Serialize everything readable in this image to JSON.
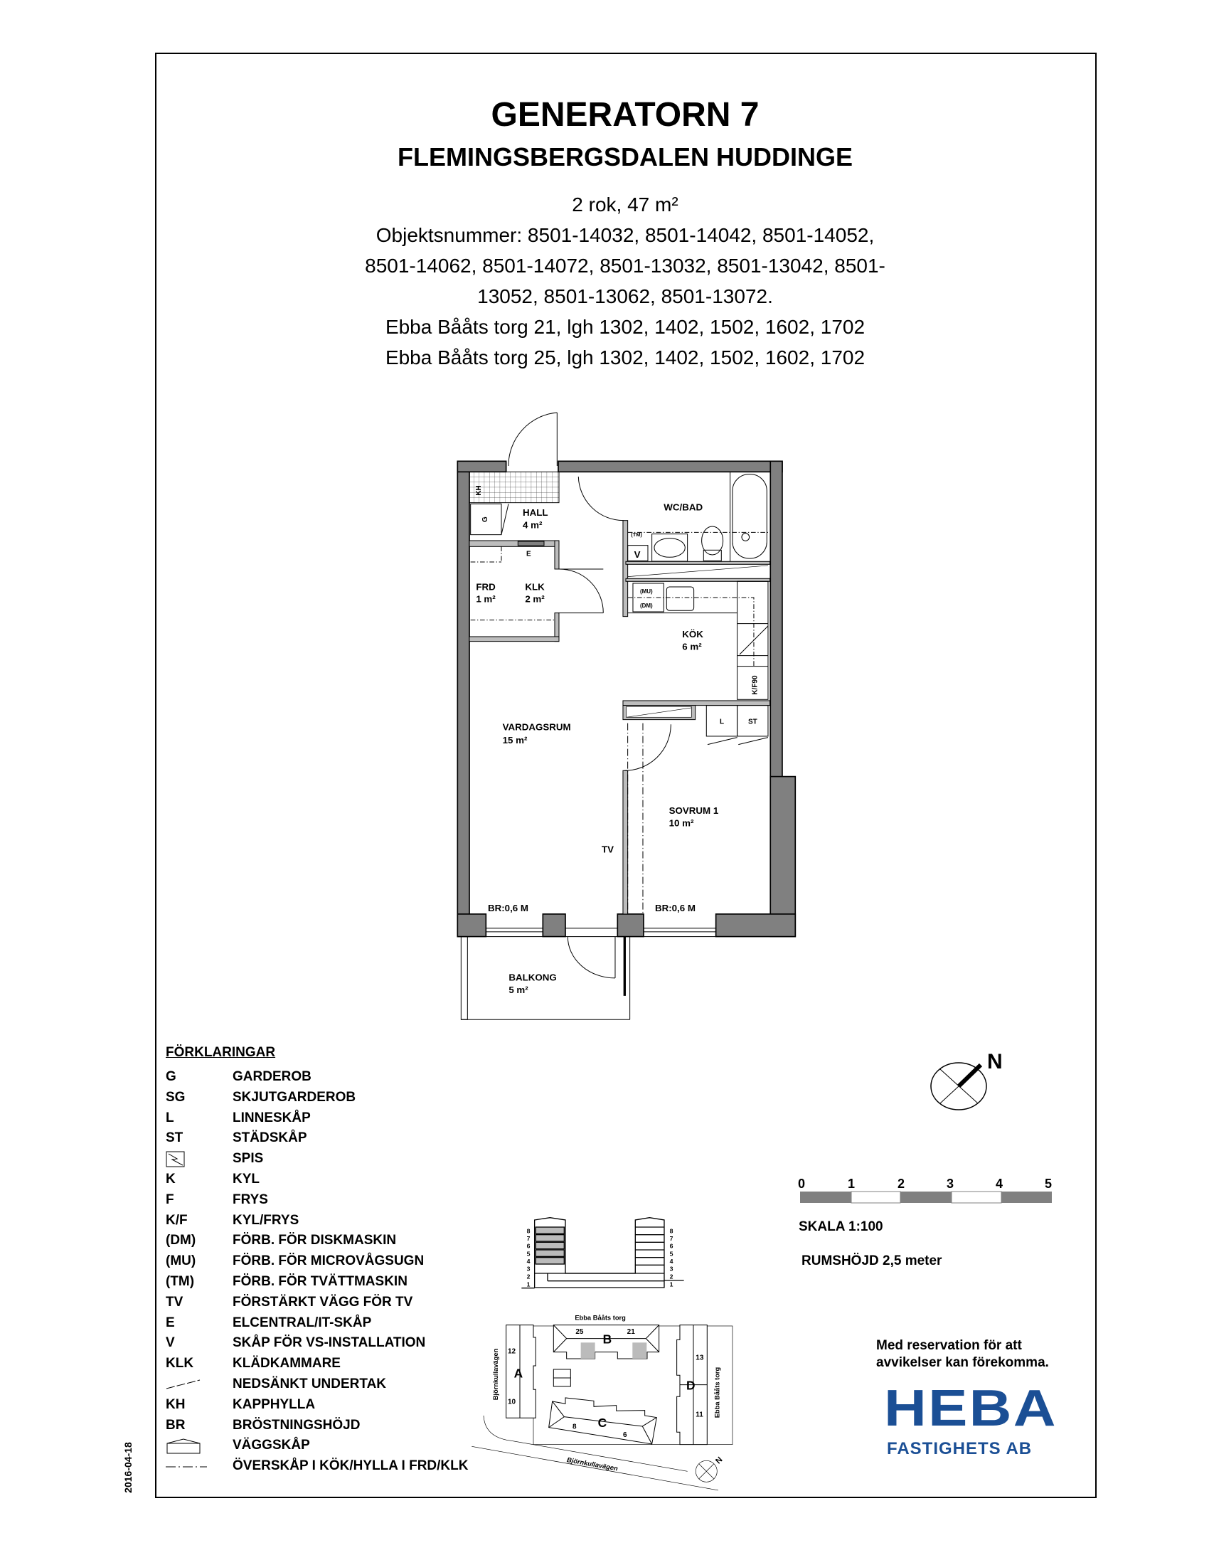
{
  "header": {
    "title": "GENERATORN 7",
    "subtitle": "FLEMINGSBERGSDALEN HUDDINGE",
    "size": "2 rok, 47 m²",
    "objekt_lines": [
      "Objektsnummer: 8501-14032, 8501-14042, 8501-14052,",
      "8501-14062, 8501-14072, 8501-13032, 8501-13042, 8501-",
      "13052, 8501-13062, 8501-13072."
    ],
    "address_lines": [
      "Ebba Bååts torg 21, lgh 1302, 1402, 1502, 1602, 1702",
      "Ebba Bååts torg 25, lgh 1302, 1402, 1502, 1602, 1702"
    ]
  },
  "floorplan": {
    "hall": "HALL",
    "hall_area": "4 m²",
    "frd": "FRD",
    "frd_area": "1 m²",
    "klk": "KLK",
    "klk_area": "2 m²",
    "wc": "WC/BAD",
    "kok": "KÖK",
    "kok_area": "6 m²",
    "vardagsrum": "VARDAGSRUM",
    "vardagsrum_area": "15 m²",
    "sovrum": "SOVRUM 1",
    "sovrum_area": "10 m²",
    "balkong": "BALKONG",
    "balkong_area": "5 m²",
    "tv": "TV",
    "br_left": "BR:0,6 M",
    "br_right": "BR:0,6 M",
    "kh": "KH",
    "g": "G",
    "e": "E",
    "v": "V",
    "tm": "(TM)",
    "mu": "(MU)",
    "dm": "(DM)",
    "kf": "K/F90",
    "l": "L",
    "st": "ST"
  },
  "legend": {
    "heading": "FÖRKLARINGAR",
    "items": [
      {
        "code": "G",
        "desc": "GARDEROB"
      },
      {
        "code": "SG",
        "desc": "SKJUTGARDEROB"
      },
      {
        "code": "L",
        "desc": "LINNESKÅP"
      },
      {
        "code": "ST",
        "desc": "STÄDSKÅP"
      },
      {
        "code": "",
        "icon": "stove-icon",
        "desc": "SPIS"
      },
      {
        "code": "K",
        "desc": "KYL"
      },
      {
        "code": "F",
        "desc": "FRYS"
      },
      {
        "code": "K/F",
        "desc": "KYL/FRYS"
      },
      {
        "code": "(DM)",
        "desc": "FÖRB. FÖR DISKMASKIN"
      },
      {
        "code": "(MU)",
        "desc": "FÖRB. FÖR MICROVÅGSUGN"
      },
      {
        "code": "(TM)",
        "desc": "FÖRB. FÖR TVÄTTMASKIN"
      },
      {
        "code": "TV",
        "desc": "FÖRSTÄRKT VÄGG FÖR TV"
      },
      {
        "code": "E",
        "desc": "ELCENTRAL/IT-SKÅP"
      },
      {
        "code": "V",
        "desc": "SKÅP FÖR VS-INSTALLATION"
      },
      {
        "code": "KLK",
        "desc": "KLÄDKAMMARE"
      },
      {
        "code": "",
        "icon": "lowered-ceiling-icon",
        "desc": "NEDSÄNKT UNDERTAK"
      },
      {
        "code": "KH",
        "desc": "KAPPHYLLA"
      },
      {
        "code": "BR",
        "desc": "BRÖSTNINGSHÖJD"
      },
      {
        "code": "",
        "icon": "wall-cabinet-icon",
        "desc": "VÄGGSKÅP"
      },
      {
        "code": "",
        "icon": "dash-dot-line-icon",
        "desc": "ÖVERSKÅP I KÖK/HYLLA I FRD/KLK"
      }
    ]
  },
  "siteplan": {
    "floors": [
      "1",
      "2",
      "3",
      "4",
      "5",
      "6",
      "7",
      "8"
    ],
    "street_top": "Ebba Bååts torg",
    "street_right": "Ebba Bååts torg",
    "street_left": "Björnkullavägen",
    "street_bottom": "Björnkullavägen",
    "buildings": {
      "a": "A",
      "b": "B",
      "c": "C",
      "d": "D"
    },
    "numbers": {
      "b_left": "25",
      "b_right": "21",
      "a_top": "12",
      "a_bottom": "10",
      "d_top": "13",
      "d_bottom": "11",
      "c_left": "8",
      "c_right": "6"
    },
    "north": "N"
  },
  "compass": {
    "north": "N"
  },
  "scale": {
    "ticks": [
      "0",
      "1",
      "2",
      "3",
      "4",
      "5"
    ],
    "label": "SKALA 1:100",
    "room_height": "RUMSHÖJD 2,5 meter"
  },
  "disclaimer": [
    "Med reservation för att",
    "avvikelser kan förekomma."
  ],
  "brand": {
    "name": "HEBA",
    "sub": "FASTIGHETS AB",
    "color": "#1b4f95"
  },
  "date": "2016-04-18"
}
